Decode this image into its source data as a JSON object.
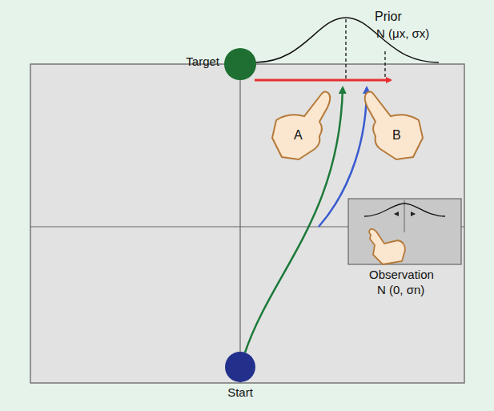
{
  "diagram": {
    "nodes": [
      {
        "text": [
          "Target"
        ]
      },
      {
        "text": [
          "Observation",
          "N (0, σn)"
        ]
      },
      {
        "text": [
          "Start"
        ]
      }
    ],
    "labels": [
      "Prior",
      "N (μx, σx)",
      "A",
      "B"
    ]
  }
}
